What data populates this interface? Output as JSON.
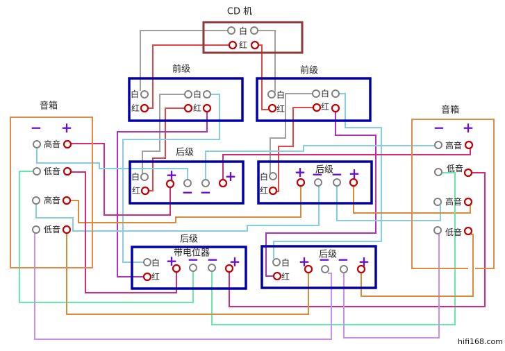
{
  "cd_player": {
    "title": "CD 机",
    "white": "白",
    "red": "红"
  },
  "preamps": [
    {
      "title": "前级",
      "in_white": "白",
      "in_red": "红",
      "out_white": "白",
      "out_red": "红"
    },
    {
      "title": "前级",
      "in_white": "白",
      "in_red": "红",
      "out_white": "白",
      "out_red": "红"
    }
  ],
  "power_amps": [
    {
      "title": "后级",
      "white": "白",
      "red": "红",
      "plus": "+",
      "minus": "−"
    },
    {
      "title": "后级",
      "white": "白",
      "red": "红",
      "plus": "+",
      "minus": "−"
    },
    {
      "title": "后级",
      "subtitle": "带电位器",
      "white": "白",
      "red": "红",
      "plus": "+",
      "minus": "−"
    },
    {
      "title": "后级",
      "white": "白",
      "red": "红",
      "plus": "+",
      "minus": "−"
    }
  ],
  "speakers": [
    {
      "side": "left",
      "title": "音箱",
      "minus": "−",
      "plus": "+",
      "rows": [
        "高音",
        "低音",
        "高音",
        "低音"
      ]
    },
    {
      "side": "right",
      "title": "音箱",
      "minus": "−",
      "plus": "+",
      "rows": [
        "高音",
        "低音",
        "高音",
        "低音"
      ]
    }
  ],
  "watermark": "hifi168.com",
  "colors": {
    "cd_box": "#8B3A3A",
    "amp_box": "#0000AA",
    "speaker_box": "#E08A4A",
    "terminal_gray": "#808080",
    "terminal_red": "#C00000",
    "polarity": "#6A10CC",
    "gray": "#A0A0A0",
    "red": "#E04848",
    "purple": "#B030B8",
    "magenta": "#D6297A",
    "lightblue": "#86CDE2",
    "orange": "#D98B3A",
    "green": "#66E8A8",
    "lavender": "#C890E8"
  },
  "wires": [
    {
      "from": "CD 白 (left)",
      "to": "前级1 白 in",
      "color": "gray"
    },
    {
      "from": "CD 红 (left)",
      "to": "前级1 红 in",
      "color": "red"
    },
    {
      "from": "CD 白 (right)",
      "to": "前级2 白 in",
      "color": "gray"
    },
    {
      "from": "CD 红 (right)",
      "to": "前级2 红 in",
      "color": "red"
    },
    {
      "from": "前级1 白 out",
      "to": "后级1 白",
      "color": "gray"
    },
    {
      "from": "前级1 红 out",
      "to": "后级1 红",
      "color": "red"
    },
    {
      "from": "前级1 红 out2",
      "to": "后级(带电位器) 红",
      "color": "purple"
    },
    {
      "from": "前级1 白 out2",
      "to": "后级(带电位器) 白",
      "color": "lightblue"
    },
    {
      "from": "前级2 白 out",
      "to": "后级2 白",
      "color": "gray"
    },
    {
      "from": "前级2 红 out",
      "to": "后级2 红",
      "color": "red"
    },
    {
      "from": "前级2 红 out2",
      "to": "后级4 红",
      "color": "purple"
    },
    {
      "from": "前级2 白 out2",
      "to": "后级4 白",
      "color": "lightblue"
    },
    {
      "from": "后级1 +",
      "to": "左音箱 高音 +",
      "color": "magenta"
    },
    {
      "from": "后级1 −",
      "to": "左音箱 高音 −",
      "color": "lightblue"
    },
    {
      "from": "后级1 −",
      "to": "右音箱 高音 −",
      "color": "lightblue"
    },
    {
      "from": "后级1 +",
      "to": "右音箱 高音 +",
      "color": "magenta"
    },
    {
      "from": "后级2 +",
      "to": "左音箱 高音2 +",
      "color": "orange"
    },
    {
      "from": "后级2 −",
      "to": "左音箱 高音2 −",
      "color": "lightblue"
    },
    {
      "from": "后级2 −",
      "to": "右音箱 高音2 −",
      "color": "lightblue"
    },
    {
      "from": "后级2 +",
      "to": "右音箱 高音2 +",
      "color": "orange"
    },
    {
      "from": "后级(带电位器) +",
      "to": "左音箱 低音 +",
      "color": "magenta"
    },
    {
      "from": "后级(带电位器) −",
      "to": "左音箱 低音 −",
      "color": "green"
    },
    {
      "from": "后级(带电位器) −",
      "to": "右音箱 低音 −",
      "color": "green"
    },
    {
      "from": "后级(带电位器) +",
      "to": "右音箱 低音 +",
      "color": "magenta"
    },
    {
      "from": "后级4 +",
      "to": "左音箱 低音2 +",
      "color": "orange"
    },
    {
      "from": "后级4 −",
      "to": "左音箱 低音2 −",
      "color": "lavender"
    },
    {
      "from": "后级4 −",
      "to": "右音箱 低音2 −",
      "color": "lavender"
    },
    {
      "from": "后级4 +",
      "to": "右音箱 低音2 +",
      "color": "orange"
    }
  ]
}
